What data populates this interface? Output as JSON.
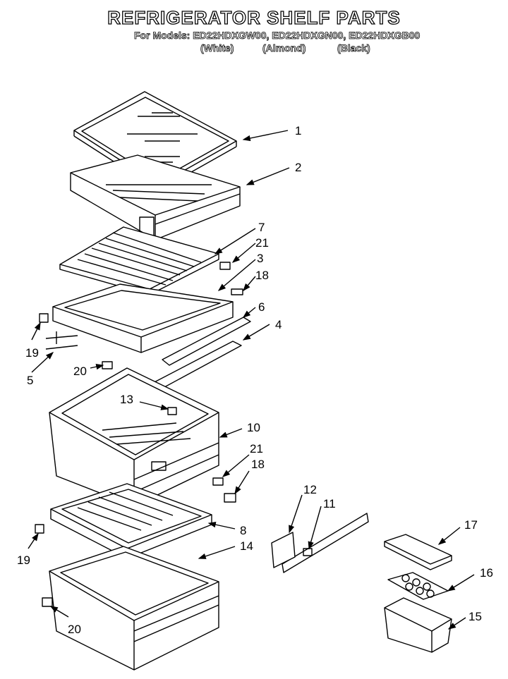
{
  "header": {
    "title": "REFRIGERATOR SHELF PARTS",
    "models_line": "For Models: ED22HDXGW00, ED22HDXGN00, ED22HDXGB00",
    "variants": [
      "(White)",
      "(Almond)",
      "(Black)"
    ]
  },
  "callouts": [
    "1",
    "2",
    "7",
    "21",
    "3",
    "18",
    "6",
    "4",
    "19",
    "5",
    "20",
    "13",
    "10",
    "21",
    "18",
    "12",
    "11",
    "8",
    "19",
    "14",
    "17",
    "16",
    "15",
    "20"
  ],
  "colors": {
    "line": "#000000",
    "background": "#ffffff"
  }
}
